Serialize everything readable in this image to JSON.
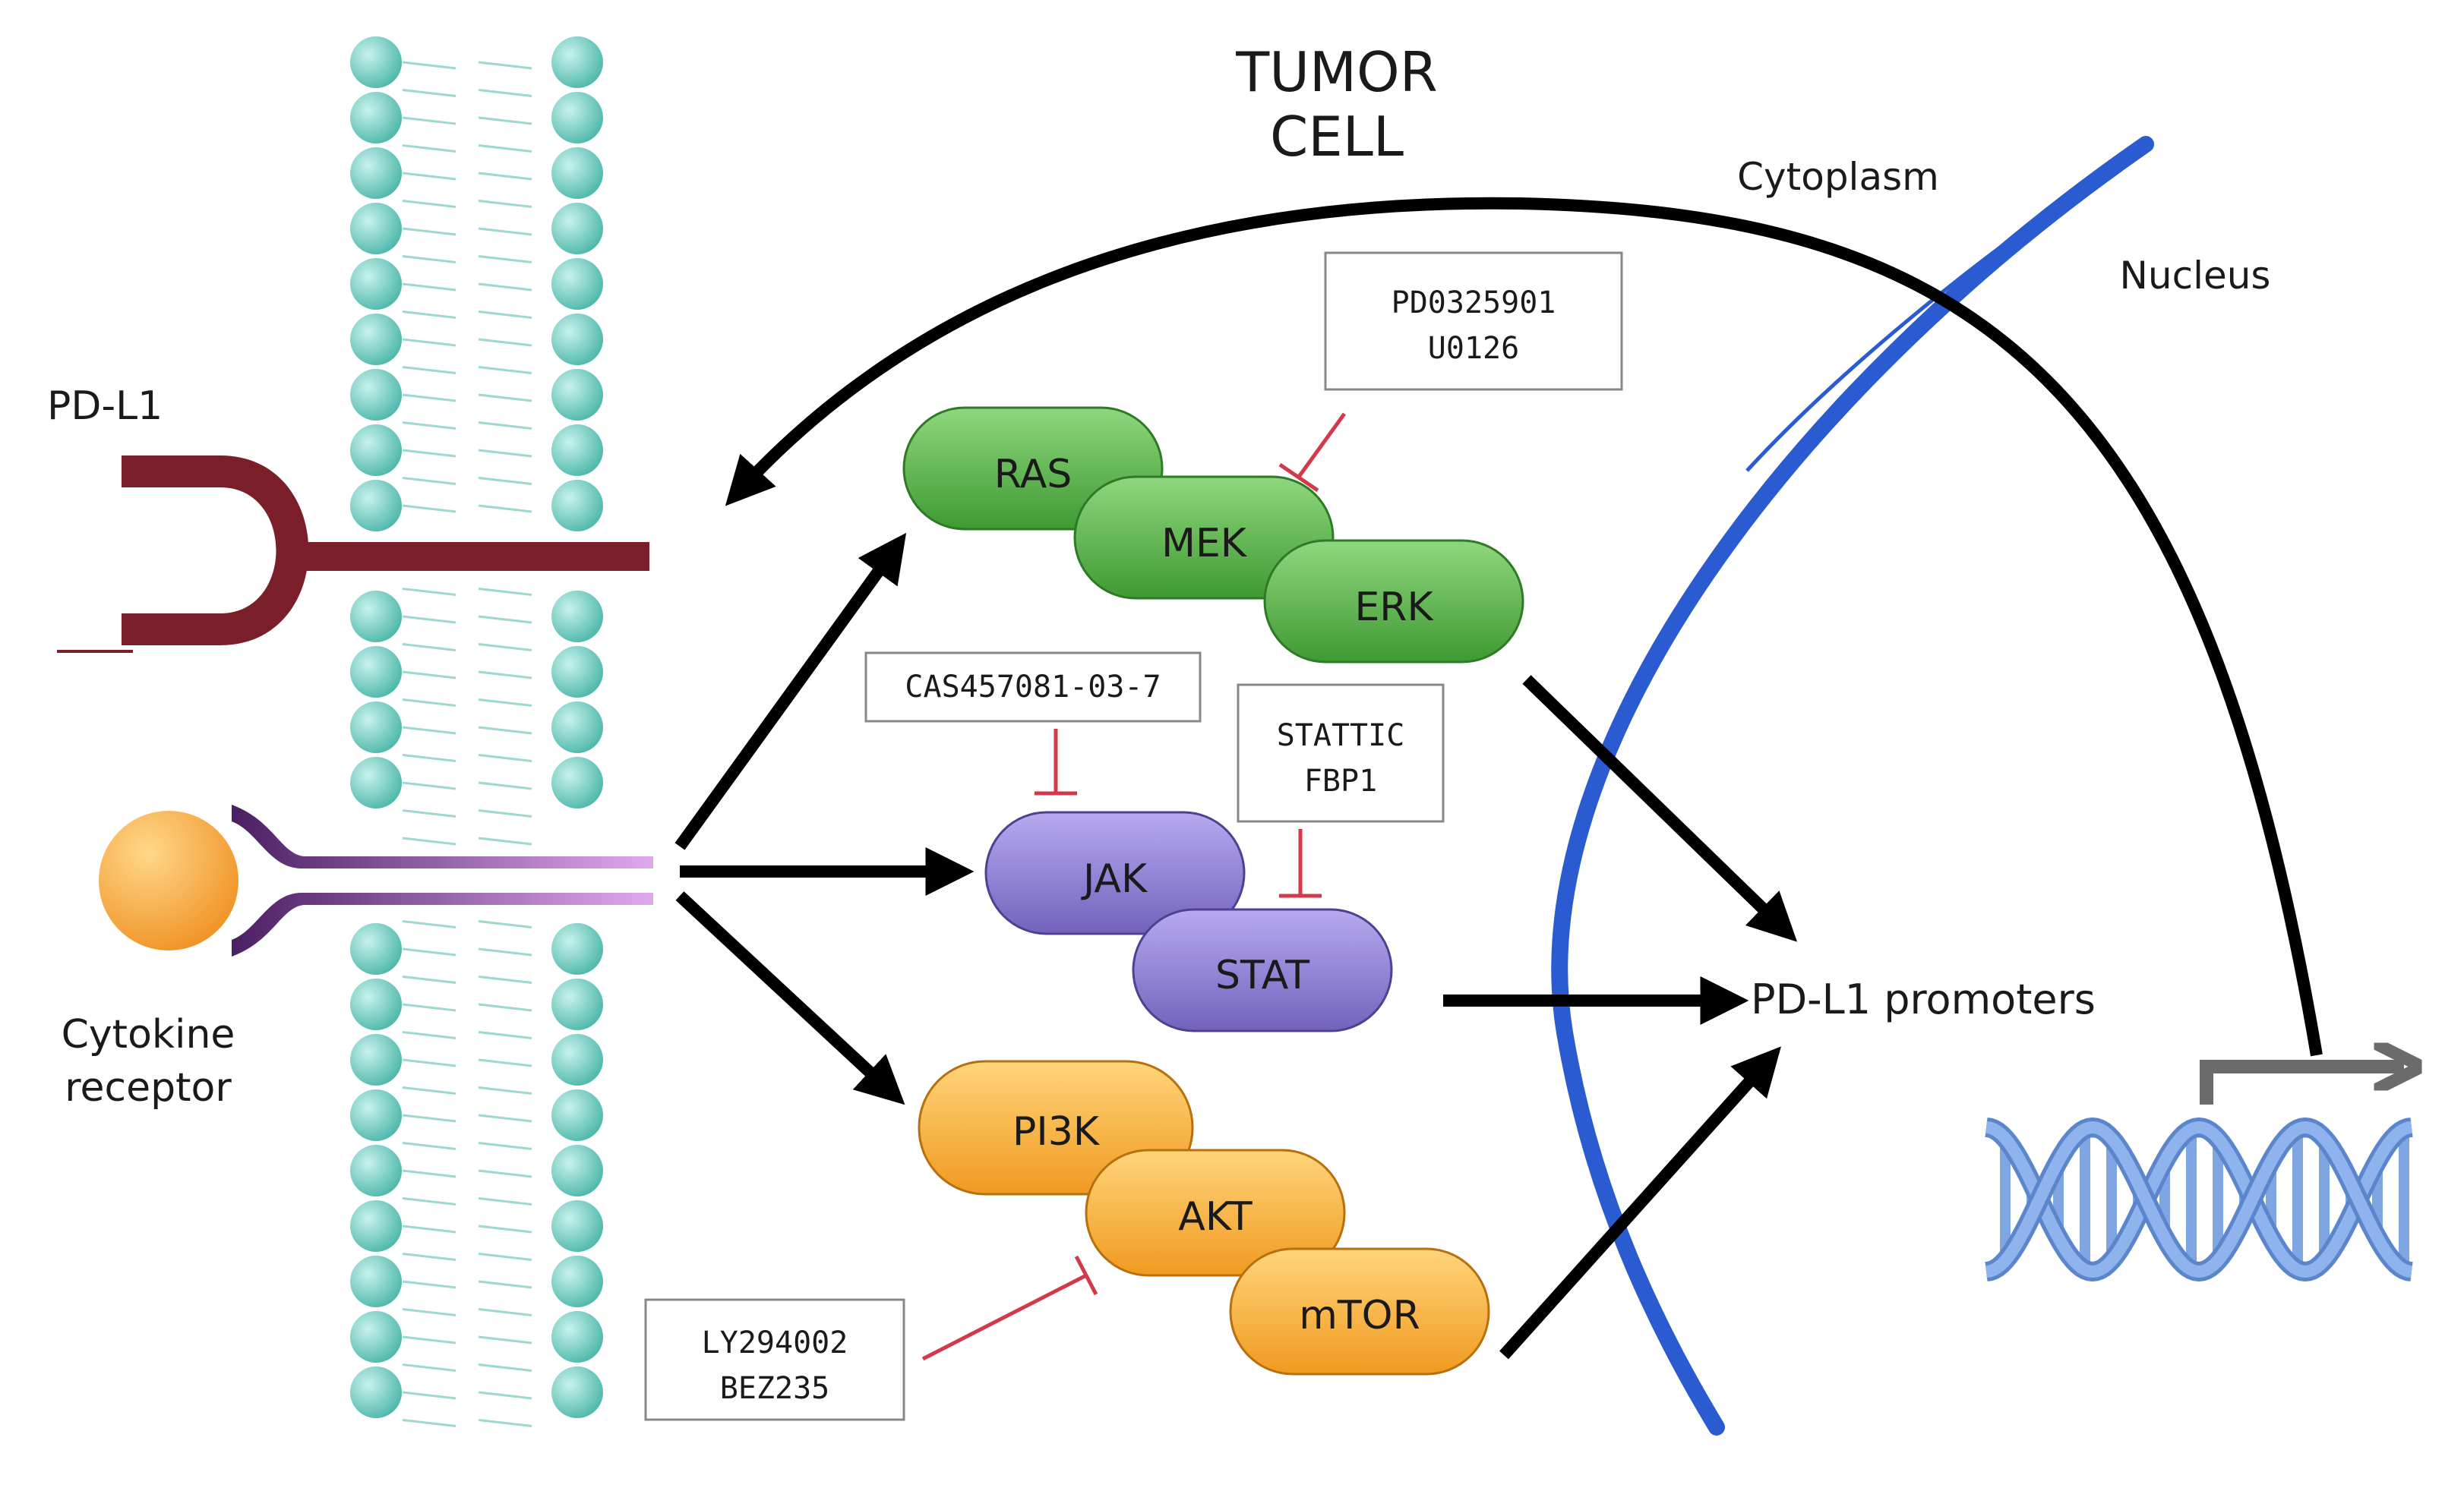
{
  "title": [
    "TUMOR",
    "CELL"
  ],
  "regions": {
    "cytoplasm": "Cytoplasm",
    "nucleus": "Nucleus"
  },
  "membrane_labels": {
    "pdl1": "PD-L1",
    "receptor": [
      "Cytokine",
      "receptor"
    ]
  },
  "pathways": {
    "mapk": [
      "RAS",
      "MEK",
      "ERK"
    ],
    "jak_stat": [
      "JAK",
      "STAT"
    ],
    "pi3k": [
      "PI3K",
      "AKT",
      "mTOR"
    ]
  },
  "inhibitors": {
    "mek": [
      "PD0325901",
      "U0126"
    ],
    "jak": [
      "CAS457081-03-7"
    ],
    "stat": [
      "STATTIC",
      "FBP1"
    ],
    "akt": [
      "LY294002",
      "BEZ235"
    ]
  },
  "target": "PD-L1 promoters",
  "colors": {
    "membrane": "#6fcfc3",
    "pdl1": "#7a1e2a",
    "ligand": "#f2a93b",
    "receptor": "#5a2a6e",
    "receptor_light": "#d99be6",
    "green_node": "#5bb84a",
    "purple_node": "#8f7ed0",
    "orange_node": "#f6b237",
    "nucleus_line": "#2a5bd0",
    "inhibit": "#d23a4a",
    "dna": "#7fa6e2",
    "arrow": "#000000"
  }
}
